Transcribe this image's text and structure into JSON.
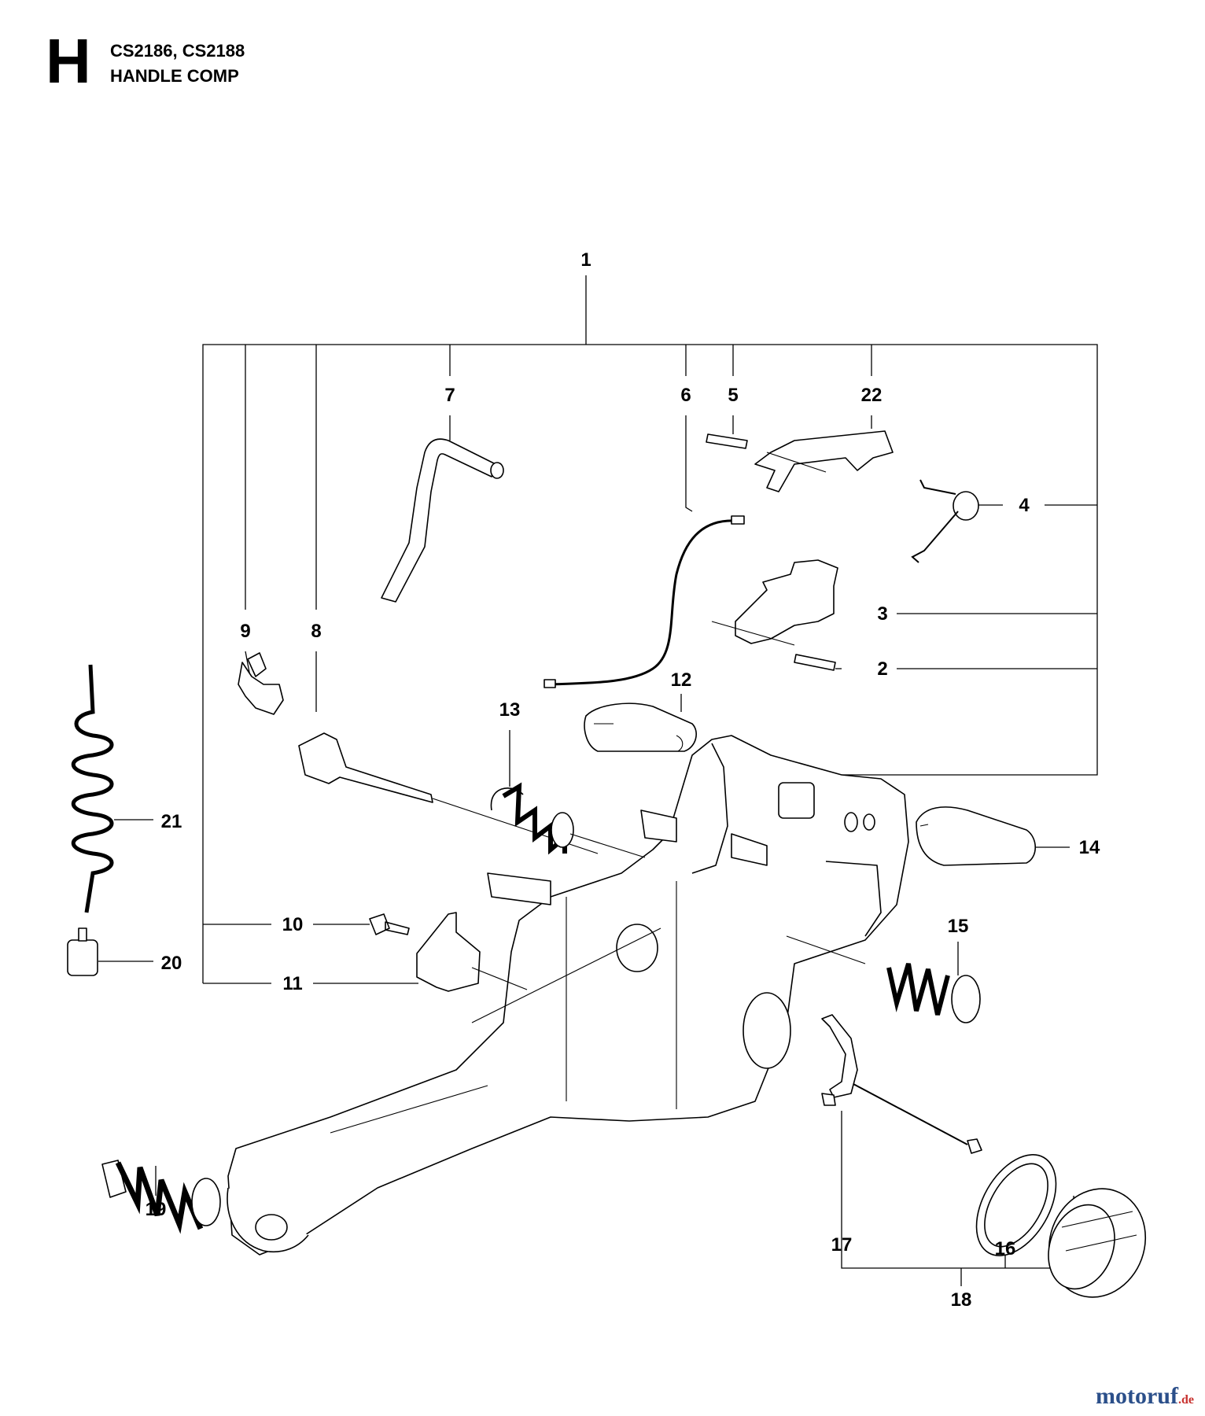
{
  "header": {
    "section_letter": "H",
    "models": "CS2186, CS2188",
    "group_name": "HANDLE COMP"
  },
  "callouts": [
    "1",
    "2",
    "3",
    "4",
    "5",
    "6",
    "7",
    "8",
    "9",
    "10",
    "11",
    "12",
    "13",
    "14",
    "15",
    "16",
    "17",
    "18",
    "19",
    "20",
    "21",
    "22"
  ],
  "watermark": {
    "part1": "motoruf",
    "part2": ".de"
  }
}
